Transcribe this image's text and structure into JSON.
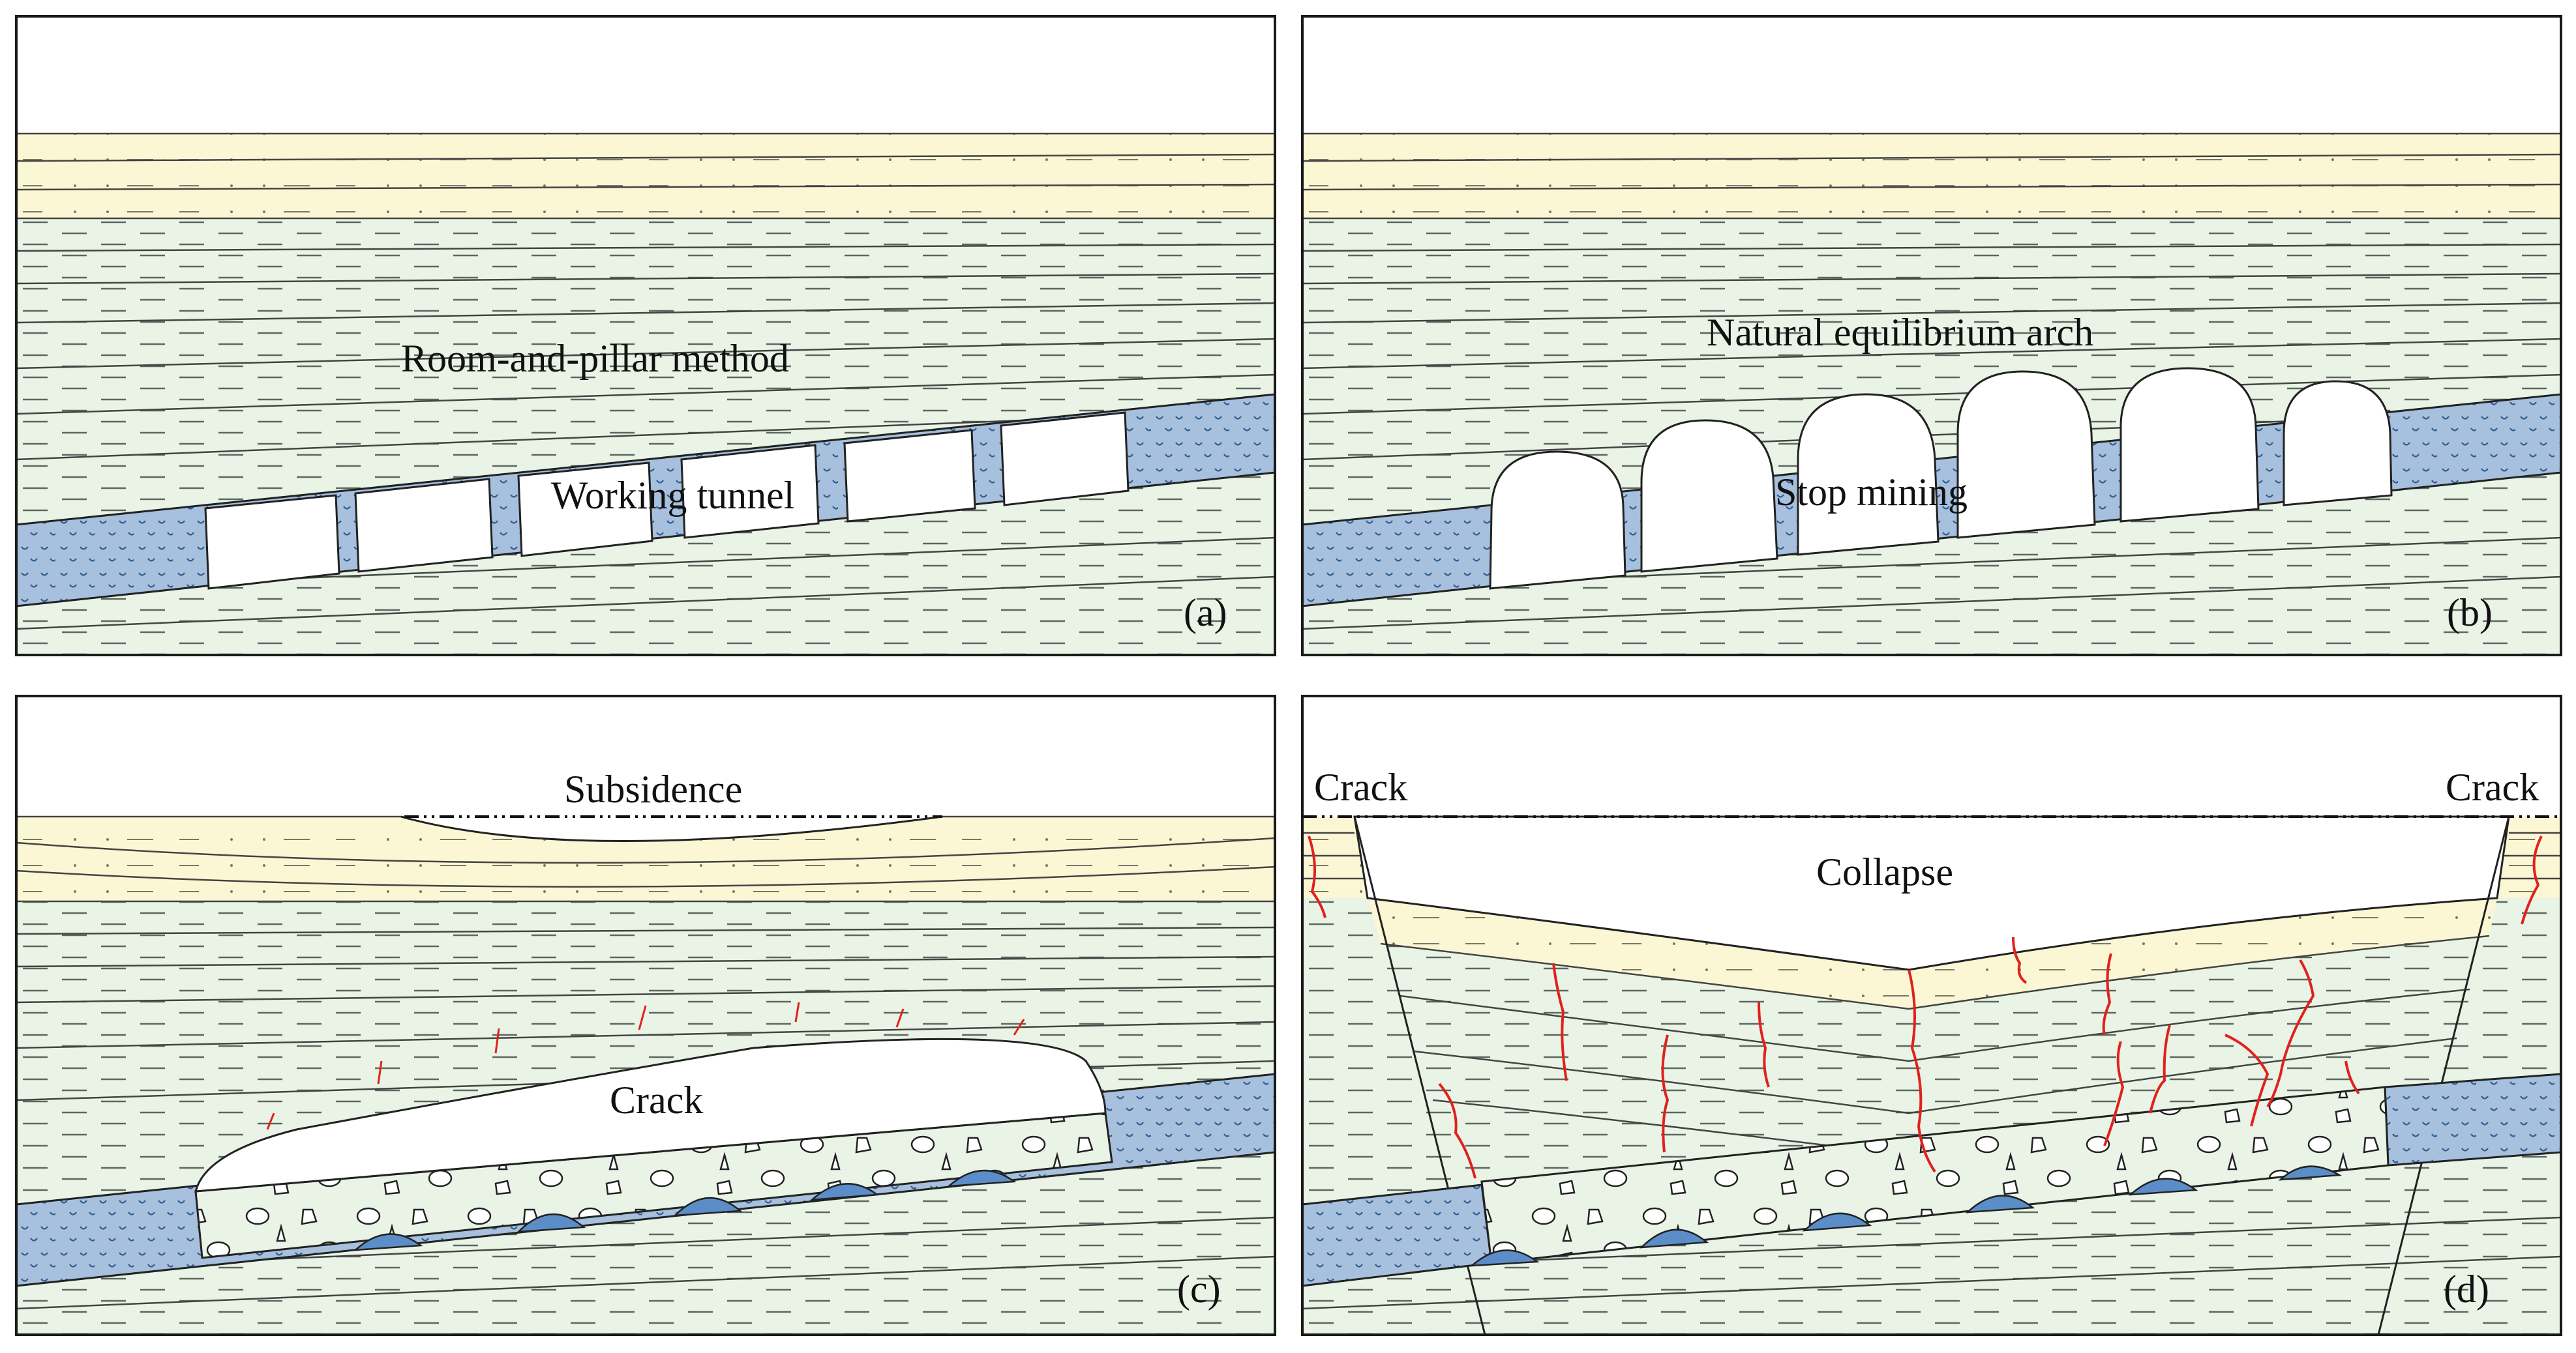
{
  "colors": {
    "sand": "#fbf7d4",
    "sand_lines": "#7a7668",
    "shale": "#e9f3e6",
    "shale_lines": "#5e6660",
    "coal": "#a6c0de",
    "coal_marks": "#2e5c8e",
    "void": "#ffffff",
    "crack": "#e0211c",
    "boulder": "#5b8ec8",
    "frame": "#1a1a1a"
  },
  "panels": [
    {
      "id": "a",
      "tag": "(a)",
      "labels": {
        "upper": "Room-and-pillar method",
        "lower": "Working tunnel"
      }
    },
    {
      "id": "b",
      "tag": "(b)",
      "labels": {
        "upper": "Natural equilibrium arch",
        "lower": "Stop mining"
      }
    },
    {
      "id": "c",
      "tag": "(c)",
      "labels": {
        "top": "Subsidence",
        "crack": "Crack"
      }
    },
    {
      "id": "d",
      "tag": "(d)",
      "labels": {
        "crack_left": "Crack",
        "crack_right": "Crack",
        "collapse": "Collapse"
      }
    }
  ]
}
